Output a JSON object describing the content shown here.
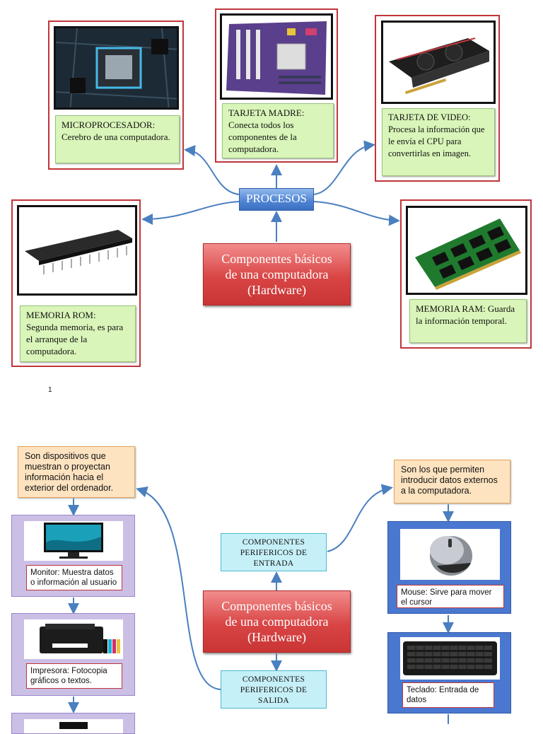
{
  "page1": {
    "center": {
      "line1": "Componentes básicos",
      "line2": "de una computadora",
      "line3": "(Hardware)"
    },
    "procesos": "PROCESOS",
    "microprocesador": {
      "title": "MICROPROCESADOR:",
      "text": "Cerebro de una computadora.",
      "icon": "cpu-chip-photo"
    },
    "tarjeta_madre": {
      "title": "TARJETA MADRE:",
      "text": "Conecta todos los componentes de la computadora.",
      "icon": "motherboard-photo"
    },
    "tarjeta_video": {
      "title": "TARJETA DE VIDEO:",
      "text": "Procesa la información que le envía el CPU para convertirlas en imagen.",
      "icon": "graphics-card-photo"
    },
    "memoria_rom": {
      "title": "MEMORIA ROM:",
      "text": "Segunda memoria, es para el arranque de la computadora.",
      "icon": "rom-chip-photo"
    },
    "memoria_ram": {
      "title": "MEMORIA RAM:",
      "text": "Guarda la información temporal.",
      "icon": "ram-module-photo"
    },
    "page_number": "1"
  },
  "page2": {
    "center": {
      "line1": "Componentes básicos",
      "line2": "de una computadora",
      "line3": "(Hardware)"
    },
    "entrada": {
      "line1": "COMPONENTES",
      "line2": "PERIFERICOS DE",
      "line3": "ENTRADA"
    },
    "salida": {
      "line1": "COMPONENTES",
      "line2": "PERIFERICOS DE",
      "line3": "SALIDA"
    },
    "salida_desc": "Son dispositivos que muestran o proyectan información hacia el exterior del ordenador.",
    "entrada_desc": "Son los que permiten introducir datos externos a la computadora.",
    "monitor": {
      "caption": "Monitor: Muestra datos o información al usuario",
      "icon": "monitor-photo"
    },
    "impresora": {
      "caption": "Impresora: Fotocopia gráficos o textos.",
      "icon": "printer-photo"
    },
    "mouse": {
      "caption": "Mouse: Sirve para mover el cursor",
      "icon": "mouse-photo"
    },
    "teclado": {
      "caption": "Teclado: Entrada de datos",
      "icon": "keyboard-photo"
    }
  },
  "colors": {
    "red_border": "#c0353a",
    "note_green": "#d9f5b9",
    "procesos_blue": "#4f83d3",
    "center_red": "#d94545",
    "arrow_blue": "#4a7fc0",
    "orange_note": "#fde3c0",
    "cyan_box": "#c6f0f8",
    "purple_panel": "#cbbfe6",
    "blue_panel": "#4a78d0"
  }
}
